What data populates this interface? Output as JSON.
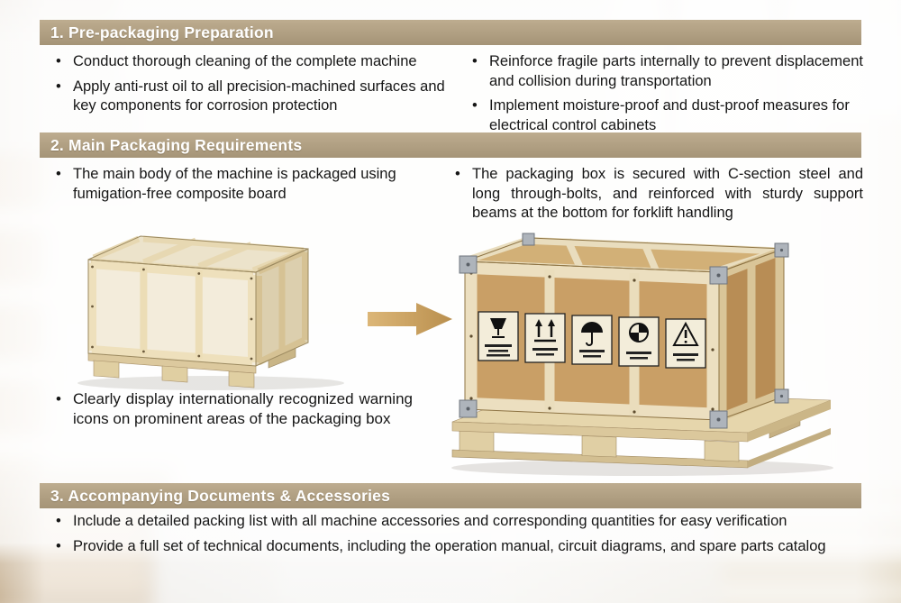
{
  "colors": {
    "header_bg": "#b0a083",
    "header_text": "#ffffff",
    "body_text": "#161616",
    "arrow": "#c9a261",
    "crate_plywood": "#f3ecdb",
    "crate_board": "#c99f66"
  },
  "bullet_glyph": "•",
  "sections": [
    {
      "title": "1. Pre-packaging Preparation",
      "left": [
        "Conduct thorough cleaning of the complete machine",
        "Apply anti-rust oil to all precision-machined surfaces and key components for corrosion protection"
      ],
      "right": [
        "Reinforce fragile parts internally to prevent displacement and collision during transportation",
        "Implement moisture-proof and dust-proof measures for electrical control cabinets"
      ]
    },
    {
      "title": "2. Main Packaging Requirements",
      "left": [
        "The main body of the machine is packaged using fumigation-free composite board"
      ],
      "right": [
        "The packaging box is secured with C-section steel and long through-bolts, and reinforced with sturdy support beams at the bottom for forklift handling"
      ],
      "left_note": "Clearly display internationally recognized warning icons on prominent areas of the packaging box"
    },
    {
      "title": "3. Accompanying Documents & Accessories",
      "bullets": [
        "Include a detailed packing list with all machine accessories and corresponding quantities for easy verification",
        "Provide a full set of technical documents, including the operation manual, circuit diagrams, and spare parts catalog"
      ]
    }
  ]
}
